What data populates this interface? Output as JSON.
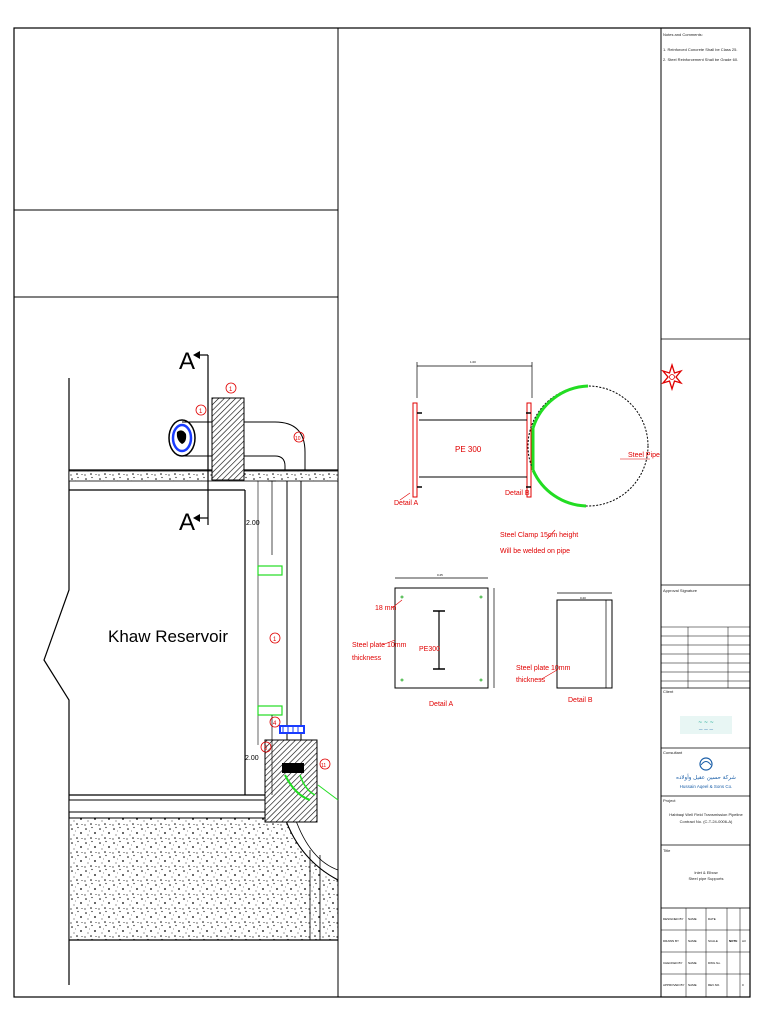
{
  "notes": {
    "heading": "Notes and Comments:",
    "items": [
      "1. Reinforced Concrete Shall be Class 25.",
      "2. Steel Reinforcement Shall be Grade 60."
    ]
  },
  "approval_label": "Approval  Signature",
  "client_label": "Client",
  "consultant_label": "Consultant",
  "company": {
    "arabic": "شركة حسين عقيل وأولاده",
    "english": "Hussain Aqeel & Sons Co."
  },
  "project": {
    "label": "Project",
    "line1": "Habbaqi Well Field Transmission Pipeline",
    "line2": "Contract No. (C-T-24-0006-A)"
  },
  "title": {
    "label": "Title",
    "line1": "Inlet & Elbow",
    "line2": "Steel pipe Supports"
  },
  "signoff_rows": [
    [
      "DESIGNED BY",
      "NAME",
      "DATE",
      "",
      ""
    ],
    [
      "DRAWN BY",
      "NAME",
      "SCALE",
      "NOTE",
      "A3"
    ],
    [
      "CHECKED BY",
      "NAME",
      "DWG No.",
      "",
      ""
    ],
    [
      "APPROVED BY",
      "NAME",
      "REV.NO.",
      "",
      "0"
    ]
  ],
  "section": {
    "section_mark": "A",
    "reservoir_label": "Khaw Reservoir",
    "dim_upper": "2.00",
    "dim_lower": "2.00",
    "callouts": [
      "1",
      "1",
      "10",
      "1",
      "4",
      "5",
      "11"
    ]
  },
  "elevation": {
    "pipe_label": "PE 300",
    "steel_pipe": "Steel Pipe",
    "detail_a": "Detail A",
    "detail_b": "Detail B",
    "clamp_line1": "Steel Clamp 15cm height",
    "clamp_line2": "Will be welded on pipe"
  },
  "detail_a": {
    "hole": "18 mm",
    "plate_line1": "Steel plate 10mm",
    "plate_line2": "thickness",
    "section": "PE300",
    "caption": "Detail A"
  },
  "detail_b": {
    "plate_line1": "Steel plate 10mm",
    "plate_line2": "thickness",
    "caption": "Detail B"
  },
  "colors": {
    "annotation": "#e00000",
    "steel": "#22dd22",
    "outline": "#000000",
    "flange": "#1a3cff"
  }
}
